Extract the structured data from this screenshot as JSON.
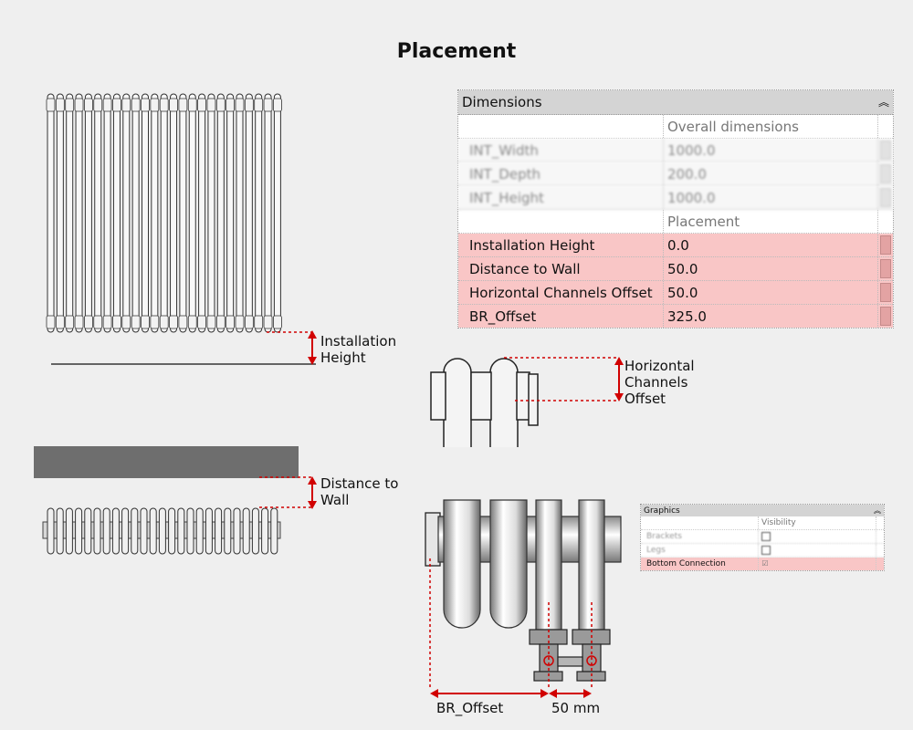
{
  "title": "Placement",
  "labels": {
    "installation_height": [
      "Installation",
      "Height"
    ],
    "distance_to_wall": [
      "Distance to",
      "Wall"
    ],
    "horizontal_channels_offset": [
      "Horizontal",
      "Channels",
      "Offset"
    ],
    "br_offset": "BR_Offset",
    "mm50": "50 mm"
  },
  "dimensions_panel": {
    "header": "Dimensions",
    "collapse_icon": "double-chevron-up-icon",
    "group1": "Overall dimensions",
    "blurred_rows": [
      {
        "name": "INT_Width",
        "value": "1000.0"
      },
      {
        "name": "INT_Depth",
        "value": "200.0"
      },
      {
        "name": "INT_Height",
        "value": "1000.0"
      }
    ],
    "group2": "Placement",
    "highlighted_rows": [
      {
        "name": "Installation Height",
        "value": "0.0"
      },
      {
        "name": "Distance to Wall",
        "value": "50.0"
      },
      {
        "name": "Horizontal Channels Offset",
        "value": "50.0"
      },
      {
        "name": "BR_Offset",
        "value": "325.0"
      }
    ]
  },
  "graphics_panel": {
    "header": "Graphics",
    "column": "Visibility",
    "blurred_rows": [
      "Brackets",
      "Legs"
    ],
    "highlighted_row": "Bottom Connection",
    "checked": "☑"
  },
  "colors": {
    "highlight": "#f9c6c6",
    "dimension_line": "#d10000",
    "wall": "#6e6e6e",
    "background": "#efefef"
  }
}
